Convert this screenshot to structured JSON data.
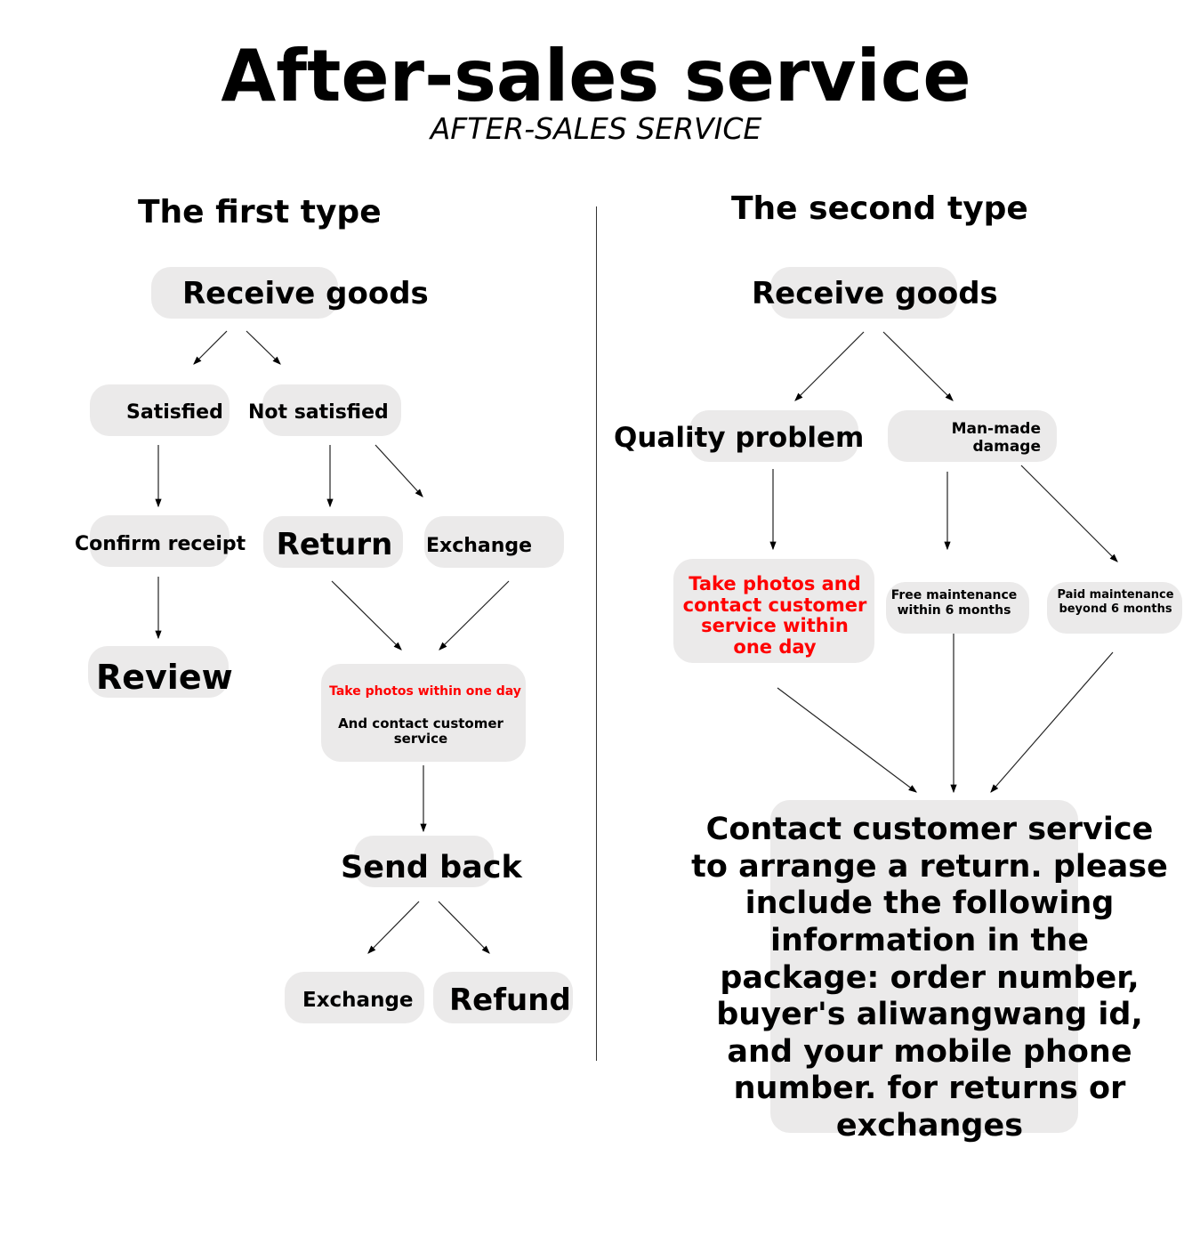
{
  "title": "After-sales service",
  "subtitle": "AFTER-SALES SERVICE",
  "first": {
    "heading": "The first type",
    "receive": "Receive goods",
    "satisfied": "Satisfied",
    "not_satisfied": "Not satisfied",
    "confirm": "Confirm receipt",
    "return": "Return",
    "exchange": "Exchange",
    "review": "Review",
    "photos_red": "Take photos within one day",
    "photos_black": "And contact customer service",
    "send_back": "Send back",
    "exchange2": "Exchange",
    "refund": "Refund"
  },
  "second": {
    "heading": "The second type",
    "receive": "Receive goods",
    "quality": "Quality problem",
    "manmade": "Man-made damage",
    "photos": "Take photos and contact customer service within one day",
    "free": "Free maintenance within 6 months",
    "paid": "Paid maintenance beyond 6 months",
    "contact": "Contact customer service to arrange a return. please include the following information in the package: order number, buyer's aliwangwang id, and your mobile phone number. for returns or exchanges"
  },
  "colors": {
    "box": "#ebeaea",
    "accent": "#ff0000"
  }
}
